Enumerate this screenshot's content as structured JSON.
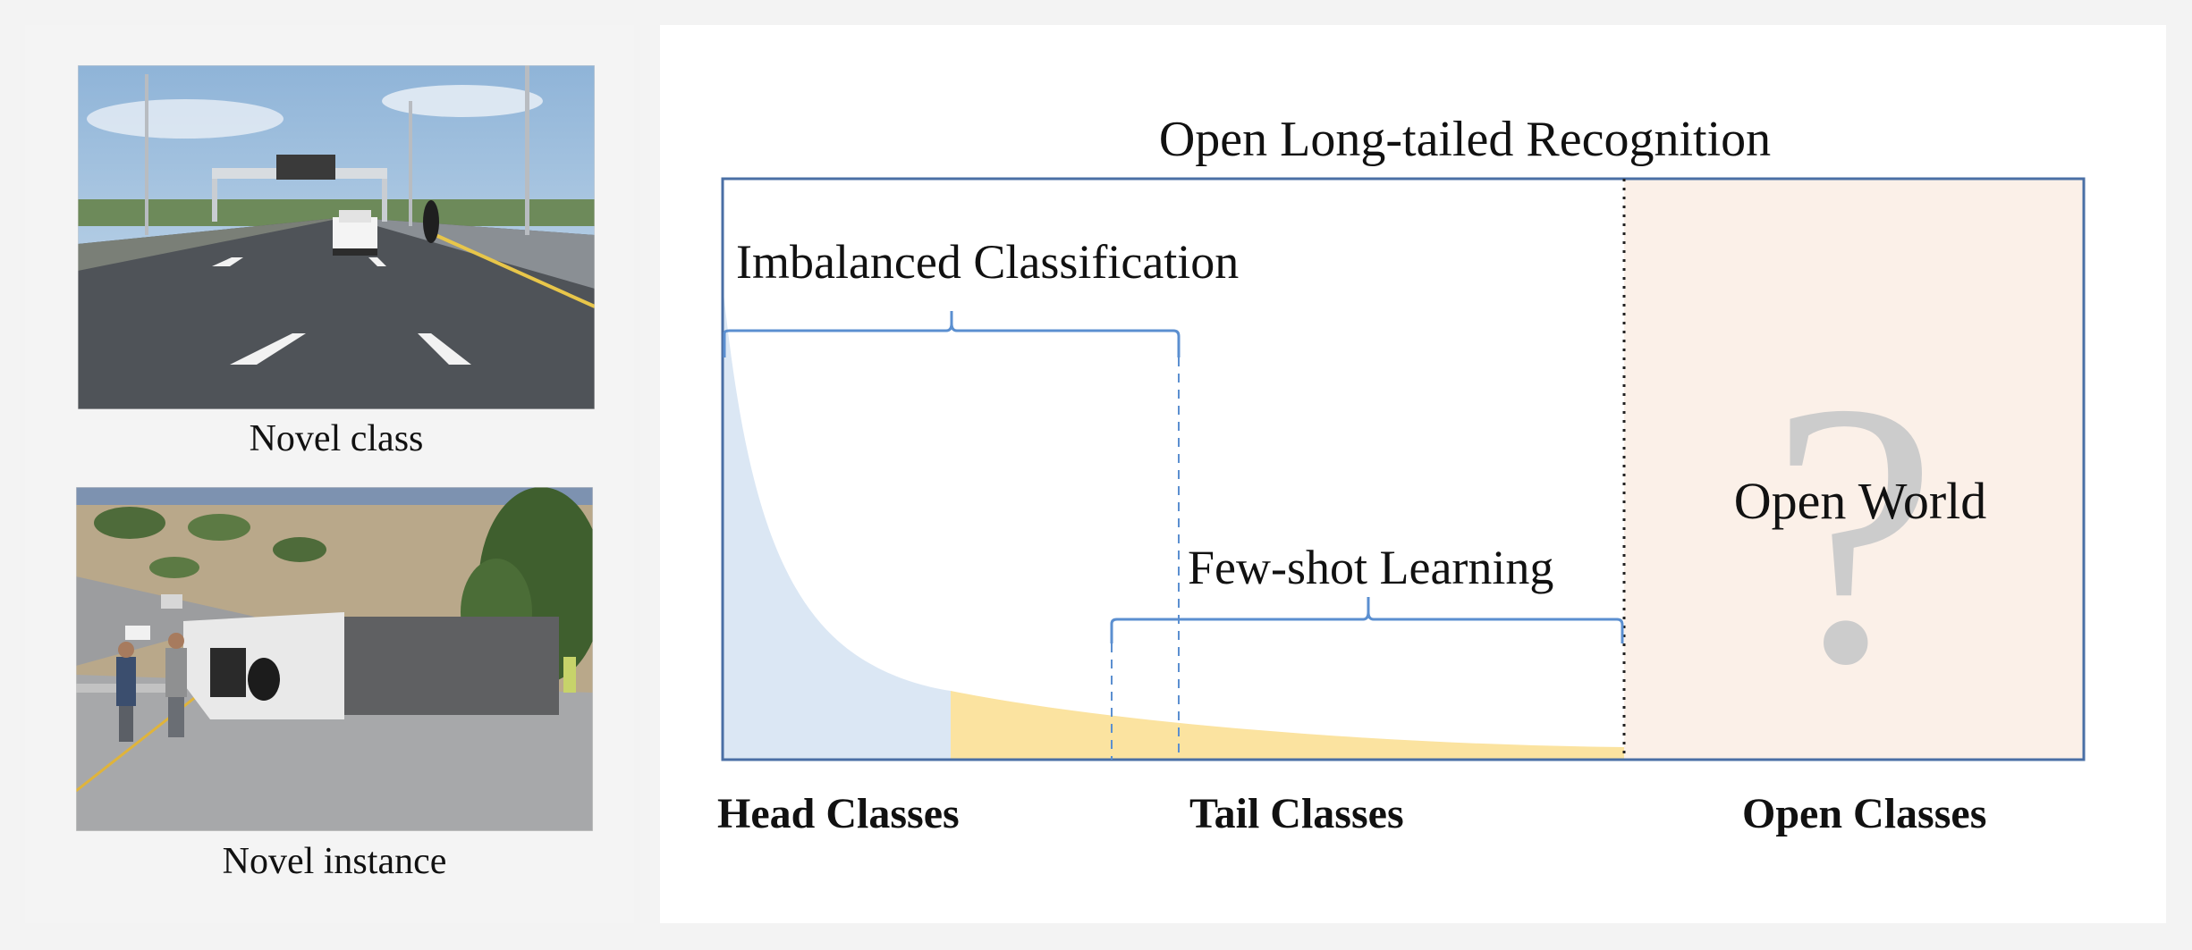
{
  "photos": {
    "top_caption": "Novel class",
    "bottom_caption": "Novel instance"
  },
  "diagram": {
    "title": "Open Long-tailed Recognition",
    "brace_imbalanced": "Imbalanced Classification",
    "brace_fewshot": "Few-shot Learning",
    "open_world": "Open World",
    "question_mark": "?",
    "axis_labels": {
      "head": "Head Classes",
      "tail": "Tail Classes",
      "open": "Open Classes"
    }
  },
  "colors": {
    "frame": "#4a6fa5",
    "brace": "#5b8fd0",
    "head_fill": "#dbe7f4",
    "tail_fill": "#fbe3a0",
    "open_fill": "#fbf0e8",
    "question": "#cccccc"
  }
}
